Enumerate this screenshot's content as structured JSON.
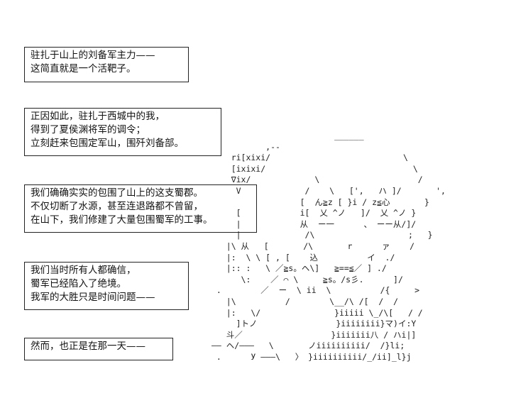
{
  "panels": [
    {
      "lines": [
        "驻扎于山上的刘备军主力——",
        "这简直就是一个活靶子。"
      ]
    },
    {
      "lines": [
        "正因如此，驻扎于西城中的我，",
        "得到了夏侯渊将军的调令；",
        "立刻赶来包围定军山，围歼刘备部。"
      ]
    },
    {
      "lines": [
        "我们确确实实的包围了山上的这支蜀郡。",
        "不仅切断了水源，甚至连退路都不曾留，",
        "在山下，我们修建了大量包围蜀军的工事。"
      ]
    },
    {
      "lines": [
        "我们当时所有人都确信，",
        "蜀军已经陷入了绝境。",
        "我军的大胜只是时间问题——"
      ]
    },
    {
      "lines": [
        "然而，也正是在那一天——"
      ]
    }
  ],
  "art": {
    "lines": [
      "                         ______",
      "           ,--                    ",
      "    ri[xixi/                           \\",
      "    [ixixi/                              \\",
      "    ∇ix/             \\                    /",
      "     V             /    \\   [',   ハ ]/       ',",
      "                  [  ん≧z [ }i / z≦心       }",
      "     [            i[  乂 ^ノ   ]/  乂 ^ノ }",
      "     |            从  ー一      、 ーー从/]/",
      "     |             /\\                   ;   }",
      "   |\\ 从   [       /\\       r      ァ    /",
      "   |:  \\ \\ [ , [    込          イ  ./",
      "   |:: :   \\ ／≧s。ヘ\\]   ≧==≦／ ] ./",
      "      \\:    ／ ⌒ \\     ≧s。/s彡.      ]/",
      " .        ／  ー  \\ ii  \\          /{     >",
      "   |\\          /        \\__/\\ /[  /  /",
      "   |:   \\/               }iiiii \\_/\\[   / /",
      "     ]トノ                }iiiiiiii}マ)イ:Y",
      "   斗／                  }iiiiiii八 / ハi|]",
      "—— ヘ/———   \\       ノiiiiiiiiii/  /}li;",
      " .      У ———\\   〉 }iiiiiiiiii/_/ii]_l}j"
    ]
  }
}
